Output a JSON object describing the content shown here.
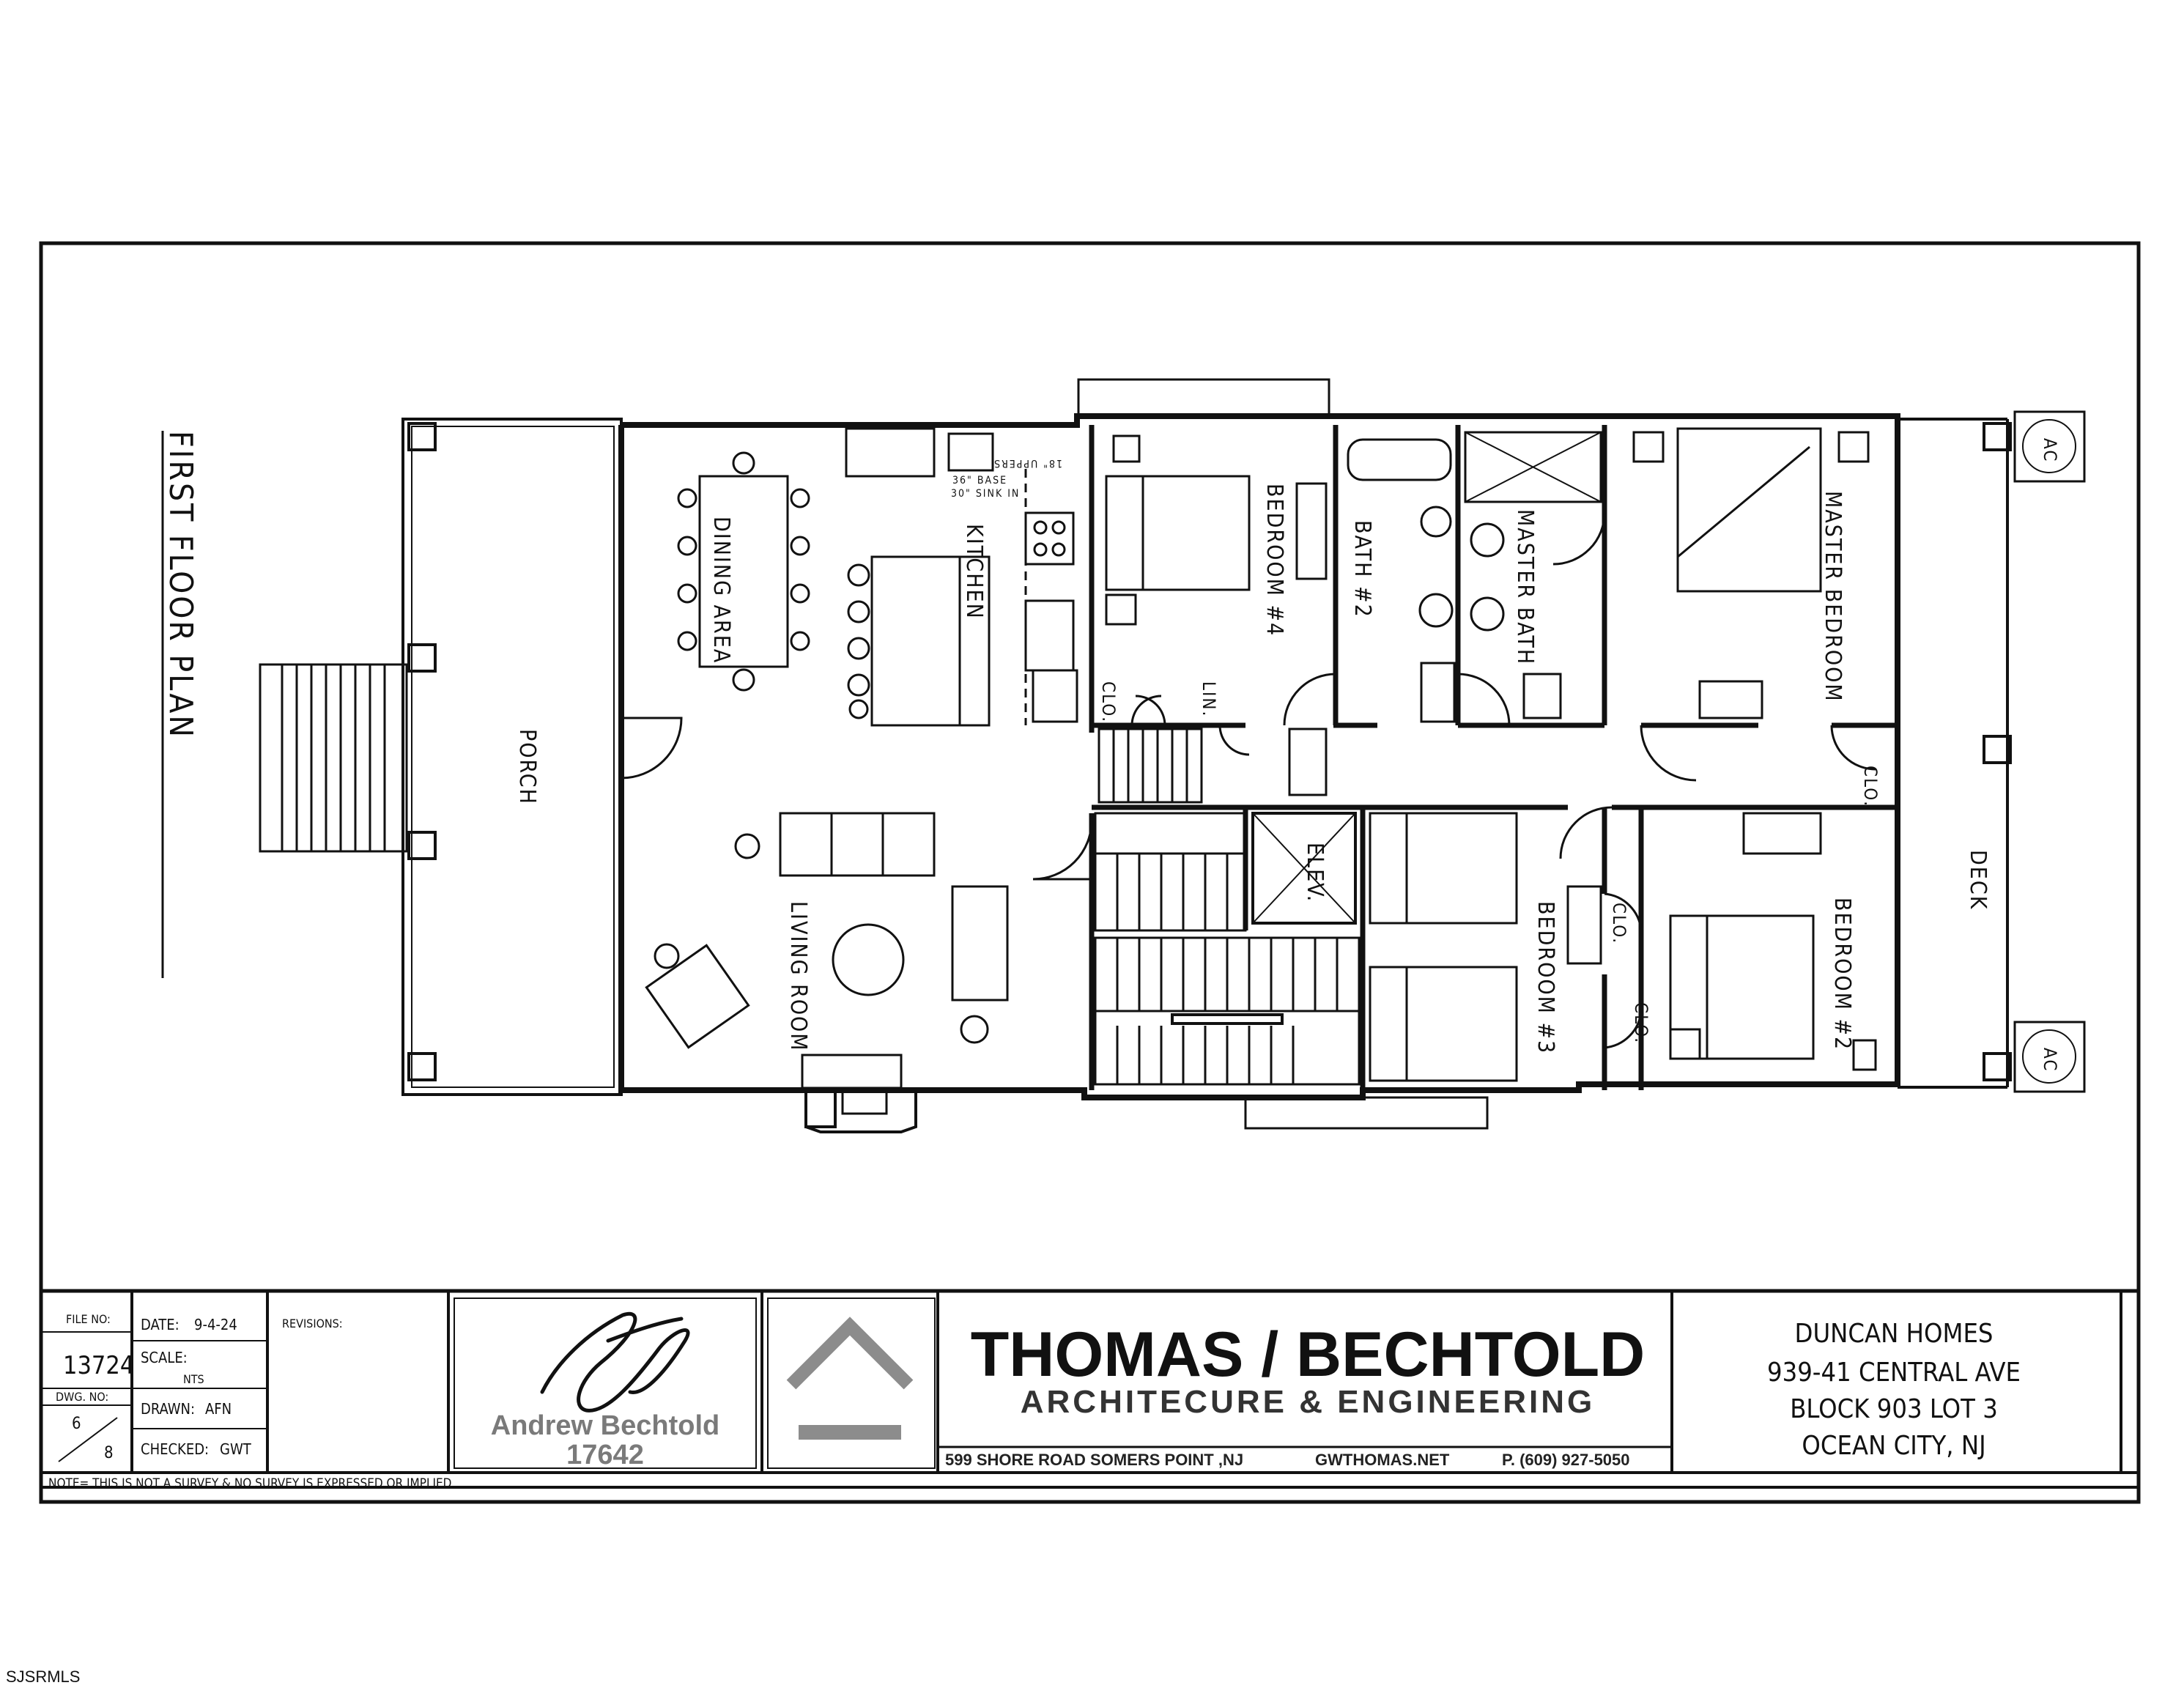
{
  "plan": {
    "title": "FIRST FLOOR PLAN",
    "rooms": {
      "porch": "PORCH",
      "dining": "DINING AREA",
      "kitchen": "KITCHEN",
      "living": "LIVING ROOM",
      "bedroom4": "BEDROOM #4",
      "bath2": "BATH #2",
      "master_bath": "MASTER BATH",
      "master_bedroom": "MASTER BEDROOM",
      "bedroom3": "BEDROOM #3",
      "bedroom2": "BEDROOM #2",
      "elev": "ELEV.",
      "deck": "DECK",
      "lin": "LIN.",
      "clo": "CLO.",
      "ac": "AC"
    },
    "kitchen_notes": {
      "base": "36\" BASE",
      "sink": "30\" SINK IN",
      "uppers": "18\" UPPERS"
    }
  },
  "title_block": {
    "file_no_label": "FILE NO:",
    "file_no": "13724",
    "dwg_no_label": "DWG. NO:",
    "sheet": "6",
    "sheets_total": "8",
    "date_label": "DATE:",
    "date": "9-4-24",
    "scale_label": "SCALE:",
    "scale": "NTS",
    "drawn_label": "DRAWN:",
    "drawn": "AFN",
    "checked_label": "CHECKED:",
    "checked": "GWT",
    "revisions_label": "REVISIONS:",
    "engineer_name": "Andrew Bechtold",
    "engineer_license": "17642",
    "firm_name": "THOMAS / BECHTOLD",
    "firm_sub": "ARCHITECURE & ENGINEERING",
    "address": "599 SHORE ROAD SOMERS POINT ,NJ",
    "website": "GWTHOMAS.NET",
    "phone": "P. (609) 927-5050",
    "project_line1": "DUNCAN HOMES",
    "project_line2": "939-41 CENTRAL AVE",
    "project_line3": "BLOCK 903  LOT 3",
    "project_line4": "OCEAN CITY, NJ",
    "note": "NOTE= THIS IS NOT A SURVEY & NO SURVEY IS EXPRESSED OR IMPLIED"
  },
  "watermark": "SJSRMLS",
  "colors": {
    "line": "#111111",
    "logo_gray": "#8c8c8c",
    "engineer_gray": "#7a7a7a"
  }
}
